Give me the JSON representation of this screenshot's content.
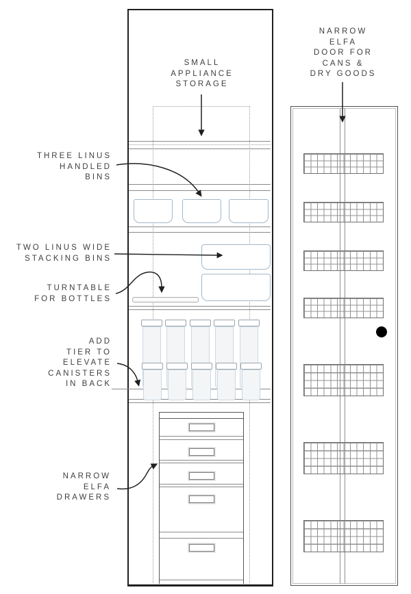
{
  "diagram": {
    "title_context": "pantry-organization-plan",
    "labels": {
      "small_appliance": "SMALL\nAPPLIANCE\nSTORAGE",
      "narrow_door": "NARROW\nELFA\nDOOR FOR\nCANS &\nDRY GOODS",
      "handled_bins": "THREE LINUS\nHANDLED\nBINS",
      "stacking_bins": "TWO LINUS WIDE\nSTACKING BINS",
      "turntable": "TURNTABLE\nFOR BOTTLES",
      "tier": "ADD\nTIER TO\nELEVATE\nCANISTERS\nIN BACK",
      "drawers": "NARROW\nELFA\nDRAWERS"
    },
    "counts": {
      "handled_bins": 3,
      "stacking_bins": 2,
      "back_canisters": 5,
      "front_canisters": 5,
      "drawers": 5,
      "door_baskets": 7,
      "door_baskets_short": 4,
      "door_baskets_tall": 3
    },
    "colors": {
      "ink": "#1f1f1f",
      "shelf_line": "#8a8a8a",
      "dotted_guide": "#9a9a9a",
      "label_text": "#3e3e3e",
      "bin_outline": "#a3b7c9",
      "canister_outline": "#ccd9e3",
      "canister_fill": "#f3f5f7",
      "lid_outline": "#9aa3ab",
      "basket_grid": "#909090",
      "door_knob": "#000000"
    }
  }
}
